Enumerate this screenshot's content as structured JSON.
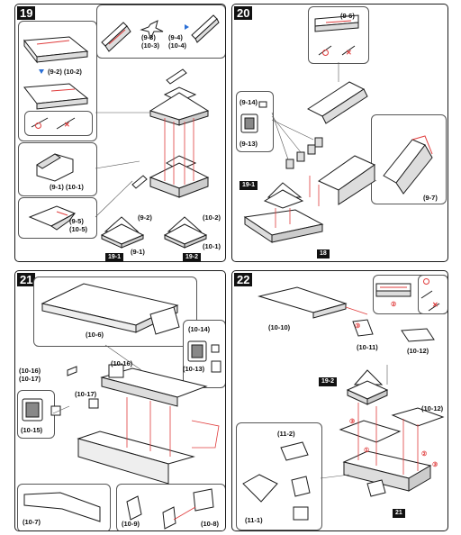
{
  "colors": {
    "ink": "#1b1b1b",
    "accent_red": "#e03c3c",
    "accent_blue": "#2a6fd6",
    "background": "#ffffff"
  },
  "icons": {
    "ok": "circle-icon",
    "ng": "cross-icon",
    "pointer": "blue-triangle-icon"
  },
  "step19": {
    "number": "19",
    "l_9_3": "(9-3)\n(10-3)",
    "l_9_4": "(9-4)\n(10-4)",
    "l_9_2a": "(9-2) (10-2)",
    "l_9_1a": "(9-1) (10-1)",
    "l_9_5": "(9-5)\n(10-5)",
    "l_9_2b": "(9-2)",
    "l_9_1b": "(9-1)",
    "l_10_2": "(10-2)",
    "l_10_1": "(10-1)",
    "tag_a": "19-1",
    "tag_b": "19-2"
  },
  "step20": {
    "number": "20",
    "l_9_6": "(9-6)",
    "l_9_14": "(9-14)",
    "l_9_13": "(9-13)",
    "l_9_7": "(9-7)",
    "tag_a": "19-1",
    "tag_b": "18"
  },
  "step21": {
    "number": "21",
    "l_10_6": "(10-6)",
    "l_10_14": "(10-14)",
    "l_10_13": "(10-13)",
    "l_10_16a": "(10-16)",
    "l_10_16b": "(10-16)\n(10-17)",
    "l_10_17": "(10-17)",
    "l_10_15": "(10-15)",
    "l_10_7": "(10-7)",
    "l_10_9": "(10-9)",
    "l_10_8": "(10-8)"
  },
  "step22": {
    "number": "22",
    "l_10_10": "(10-10)",
    "l_10_11": "(10-11)",
    "l_10_12a": "(10-12)",
    "l_10_12b": "(10-12)",
    "l_11_2": "(11-2)",
    "l_11_1": "(11-1)",
    "tag_a": "19-2",
    "tag_b": "21",
    "mark_1": "①",
    "mark_2": "②",
    "mark_3": "③"
  }
}
